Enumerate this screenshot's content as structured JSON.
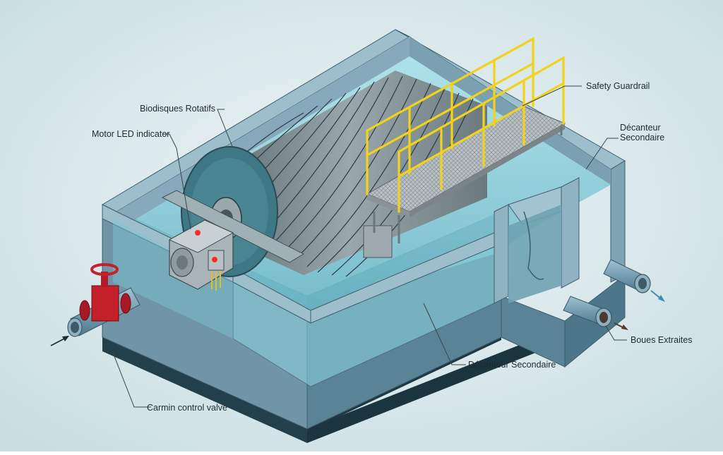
{
  "labels": {
    "biodisques": "Biodisques Rotatifs",
    "motor_led": "Motor LED indicator",
    "valve": "Carmin control valve",
    "guardrail": "Safety Guardrail",
    "decanteur_right": "Décanteur\nSecondaire",
    "decanteur_bottom": "Décanteur Secondaire",
    "boues": "Boues Extraites"
  },
  "colors": {
    "background": "#d6e7eb",
    "concrete": "#7fa3b3",
    "concrete_dark": "#577f92",
    "base": "#24414d",
    "water": "#8fd3df",
    "guardrail": "#f2d21b",
    "valve": "#c4202c",
    "led": "#ff2a2a",
    "arrow_out": "#3a8fb0"
  }
}
